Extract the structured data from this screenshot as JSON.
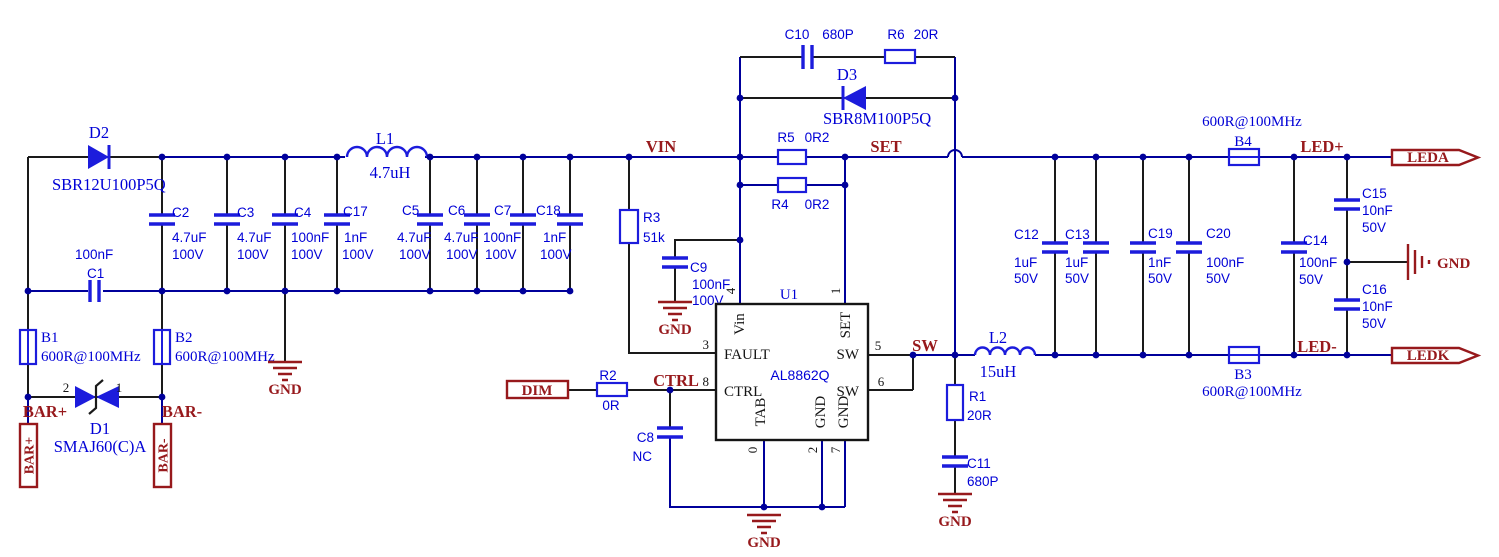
{
  "schematic": {
    "nets": {
      "vin": "VIN",
      "set": "SET",
      "sw": "SW",
      "ctrl": "CTRL",
      "led_pos": "LED+",
      "led_neg": "LED-",
      "bar_pos": "BAR+",
      "bar_neg": "BAR-",
      "gnd": "GND"
    },
    "ports": {
      "dim": "DIM",
      "leda": "LEDA",
      "ledk": "LEDK",
      "bar_pos": "BAR+",
      "bar_neg": "BAR-"
    },
    "ic": {
      "ref": "U1",
      "part": "AL8862Q",
      "pins": {
        "vin": {
          "num": "4",
          "name": "Vin"
        },
        "set": {
          "num": "1",
          "name": "SET"
        },
        "fault": {
          "num": "3",
          "name": "FAULT"
        },
        "ctrl": {
          "num": "8",
          "name": "CTRL"
        },
        "sw1": {
          "num": "5",
          "name": "SW"
        },
        "sw2": {
          "num": "6",
          "name": "SW"
        },
        "tab": {
          "num": "0",
          "name": "TAB"
        },
        "gnd1": {
          "num": "2",
          "name": "GND"
        },
        "gnd2": {
          "num": "7",
          "name": "GND"
        }
      }
    },
    "components": {
      "D1": {
        "ref": "D1",
        "part": "SMAJ60(C)A",
        "pin_left": "2",
        "pin_right": "1"
      },
      "D2": {
        "ref": "D2",
        "part": "SBR12U100P5Q"
      },
      "D3": {
        "ref": "D3",
        "part": "SBR8M100P5Q"
      },
      "L1": {
        "ref": "L1",
        "value": "4.7uH"
      },
      "L2": {
        "ref": "L2",
        "value": "15uH"
      },
      "C1": {
        "ref": "C1",
        "value": "100nF"
      },
      "C2": {
        "ref": "C2",
        "value": "4.7uF",
        "volt": "100V"
      },
      "C3": {
        "ref": "C3",
        "value": "4.7uF",
        "volt": "100V"
      },
      "C4": {
        "ref": "C4",
        "value": "100nF",
        "volt": "100V"
      },
      "C17": {
        "ref": "C17",
        "value": "1nF",
        "volt": "100V"
      },
      "C5": {
        "ref": "C5",
        "value": "4.7uF",
        "volt": "100V"
      },
      "C6": {
        "ref": "C6",
        "value": "4.7uF",
        "volt": "100V"
      },
      "C7": {
        "ref": "C7",
        "value": "100nF",
        "volt": "100V"
      },
      "C18": {
        "ref": "C18",
        "value": "1nF",
        "volt": "100V"
      },
      "C8": {
        "ref": "C8",
        "value": "NC"
      },
      "C9": {
        "ref": "C9",
        "value": "100nF",
        "volt": "100V"
      },
      "C10": {
        "ref": "C10",
        "value": "680P"
      },
      "C11": {
        "ref": "C11",
        "value": "680P"
      },
      "C12": {
        "ref": "C12",
        "value": "1uF",
        "volt": "50V"
      },
      "C13": {
        "ref": "C13",
        "value": "1uF",
        "volt": "50V"
      },
      "C19": {
        "ref": "C19",
        "value": "1nF",
        "volt": "50V"
      },
      "C20": {
        "ref": "C20",
        "value": "100nF",
        "volt": "50V"
      },
      "C14": {
        "ref": "C14",
        "value": "100nF",
        "volt": "50V"
      },
      "C15": {
        "ref": "C15",
        "value": "10nF",
        "volt": "50V"
      },
      "C16": {
        "ref": "C16",
        "value": "10nF",
        "volt": "50V"
      },
      "R1": {
        "ref": "R1",
        "value": "20R"
      },
      "R2": {
        "ref": "R2",
        "value": "0R"
      },
      "R3": {
        "ref": "R3",
        "value": "51k"
      },
      "R4": {
        "ref": "R4",
        "value": "0R2"
      },
      "R5": {
        "ref": "R5",
        "value": "0R2"
      },
      "R6": {
        "ref": "R6",
        "value": "20R"
      },
      "B1": {
        "ref": "B1",
        "value": "600R@100MHz"
      },
      "B2": {
        "ref": "B2",
        "value": "600R@100MHz"
      },
      "B3": {
        "ref": "B3",
        "value": "600R@100MHz"
      },
      "B4": {
        "ref": "B4",
        "value": "600R@100MHz"
      }
    }
  }
}
